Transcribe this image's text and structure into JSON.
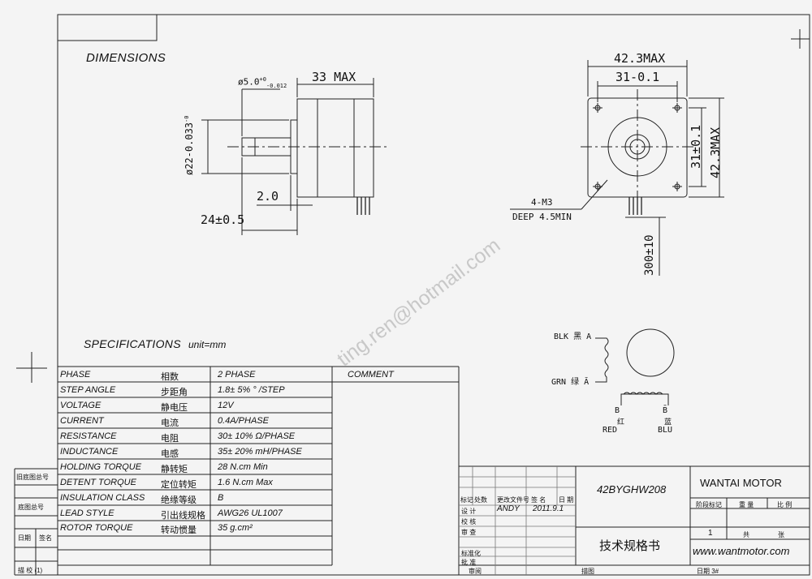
{
  "headings": {
    "dimensions": "DIMENSIONS",
    "specifications": "SPECIFICATIONS",
    "unit": "unit=mm"
  },
  "comment_header": "COMMENT",
  "specs": [
    {
      "name": "PHASE",
      "name_cn": "相数",
      "value": "2  PHASE"
    },
    {
      "name": "STEP ANGLE",
      "name_cn": "步距角",
      "value": "1.8± 5% ° /STEP"
    },
    {
      "name": "VOLTAGE",
      "name_cn": "静电压",
      "value": "12V"
    },
    {
      "name": "CURRENT",
      "name_cn": "电流",
      "value": "0.4A/PHASE"
    },
    {
      "name": "RESISTANCE",
      "name_cn": "电阻",
      "value": "30± 10%  Ω/PHASE"
    },
    {
      "name": "INDUCTANCE",
      "name_cn": "电感",
      "value": "35± 20% mH/PHASE"
    },
    {
      "name": "HOLDING TORQUE",
      "name_cn": "静转矩",
      "value": "28  N.cm Min"
    },
    {
      "name": "DETENT TORQUE",
      "name_cn": "定位转矩",
      "value": "1.6 N.cm Max"
    },
    {
      "name": "INSULATION CLASS",
      "name_cn": "绝缘等级",
      "value": "B"
    },
    {
      "name": "LEAD STYLE",
      "name_cn": "引出线规格",
      "value": "AWG26 UL1007"
    },
    {
      "name": "ROTOR TORQUE",
      "name_cn": "转动惯量",
      "value": "35 g.cm²"
    }
  ],
  "side_view": {
    "shaft_dia": "ø5.0",
    "shaft_tol_upper": "+0",
    "shaft_tol_lower": "-0.012",
    "length_max": "33 MAX",
    "boss_dia": "ø22-0.033",
    "boss_tol_upper": "-0",
    "boss_height": "2.0",
    "shaft_length": "24±0.5"
  },
  "front_view": {
    "width_max": "42.3MAX",
    "hole_spacing": "31-0.1",
    "vert_spacing": "31±0.1",
    "height_max": "42.3MAX",
    "screw_spec": "4-M3",
    "screw_depth": "DEEP 4.5MIN",
    "lead_length": "300±10"
  },
  "wiring": {
    "blk_label": "BLK 黑 A",
    "grn_label": "GRN 绿 Ā",
    "b_label": "B",
    "red_cn": "红",
    "red_label": "RED",
    "b_bar_label": "B̄",
    "blu_cn": "蓝",
    "blu_label": "BLU"
  },
  "watermark": "ting.ren@hotmail.com",
  "title_block": {
    "model": "42BYGHW208",
    "company": "WANTAI MOTOR",
    "doc_title": "技术规格书",
    "website": "www.wantmotor.com",
    "designer": "ANDY",
    "date": "2011.9.1",
    "row_labels": [
      "设 计",
      "校 核",
      "审 查",
      "",
      "标准化",
      "批 准"
    ],
    "header_labels": [
      "标记",
      "处数",
      "更改文件号",
      "签 名",
      "日 期"
    ],
    "stage_labels": [
      "阶段标记",
      "重 量",
      "比 例"
    ],
    "sheet_count": "1",
    "sheet_total": "共",
    "sheet_no": "张",
    "footer_labels": [
      "审阅",
      "描图",
      "日期 3#"
    ]
  },
  "left_margin": {
    "labels": [
      "旧底图总号",
      "底图总号",
      "日期",
      "签名",
      "描 校 (1)"
    ]
  }
}
